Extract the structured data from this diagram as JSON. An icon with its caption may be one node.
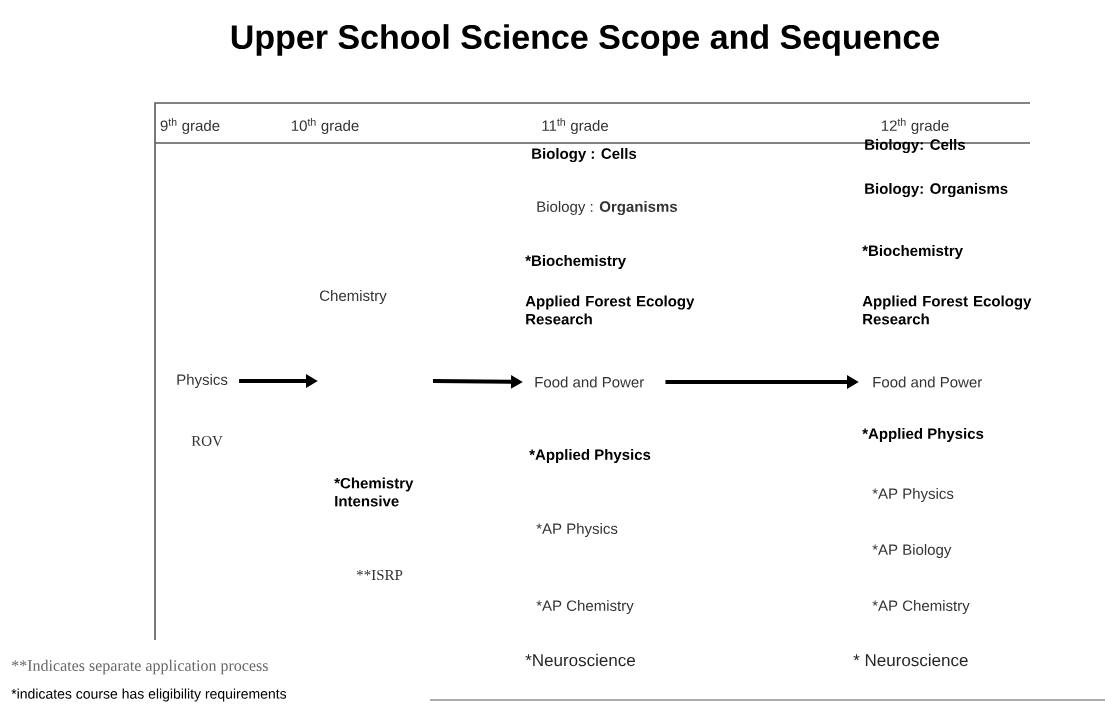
{
  "diagram": {
    "title": "Upper School Science Scope and Sequence",
    "nodes": [
      {
        "text": [
          "Physics"
        ]
      },
      {
        "text": [
          "Food and Power"
        ]
      },
      {
        "text": [
          "Food and Power"
        ]
      }
    ],
    "edges": [
      {
        "from": 0,
        "to": null,
        "arrow": "to"
      },
      {
        "from": null,
        "to": 1,
        "arrow": "to"
      },
      {
        "from": 1,
        "to": 2,
        "arrow": "to"
      }
    ],
    "labels": [
      "9$^{th}$ grade",
      "10$^{th}$ grade",
      "11$^{th}$ grade",
      "12$^{th}$ grade",
      "Biology : Cells",
      "Biology: Cells",
      "Biology : **Organisms**",
      "Biology: Organisms",
      "*Biochemistry",
      "*Biochemistry",
      "Chemistry",
      "Applied Forest Ecology Research",
      "Applied Forest Ecology Research",
      "ROV",
      "*Applied Physics",
      "*Applied Physics",
      "*Chemistry Intensive",
      "*AP Physics",
      "*AP Physics",
      "*AP Biology",
      "**ISRP",
      "*AP Chemistry",
      "*AP Chemistry",
      "*Neuroscience",
      "* Neuroscience",
      "**Indicates separate application process",
      "*indicates course has eligibility requirements"
    ]
  }
}
